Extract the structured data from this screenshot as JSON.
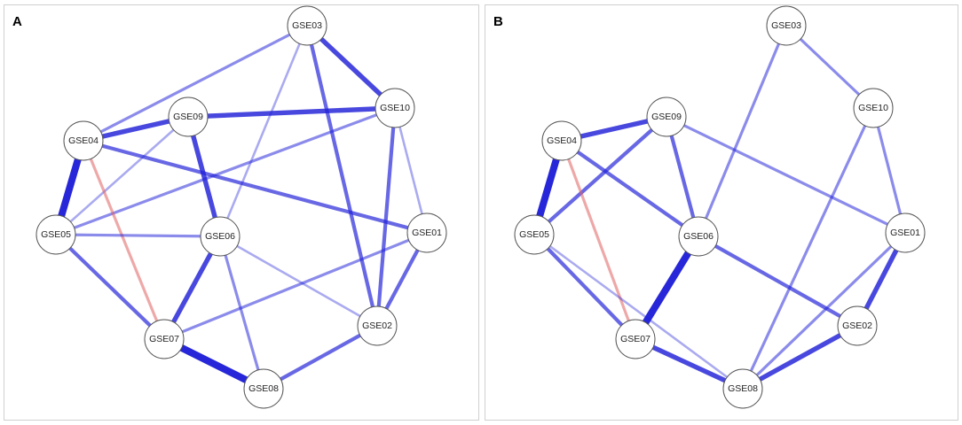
{
  "panels": [
    {
      "letter": "A",
      "nodes": [
        "GSE03",
        "GSE10",
        "GSE09",
        "GSE04",
        "GSE05",
        "GSE06",
        "GSE01",
        "GSE02",
        "GSE07",
        "GSE08"
      ],
      "edges": [
        {
          "source": "GSE03",
          "target": "GSE10",
          "weight": "strong",
          "sign": "positive"
        },
        {
          "source": "GSE03",
          "target": "GSE04",
          "weight": "weak",
          "sign": "positive"
        },
        {
          "source": "GSE03",
          "target": "GSE02",
          "weight": "medium",
          "sign": "positive"
        },
        {
          "source": "GSE03",
          "target": "GSE06",
          "weight": "faint",
          "sign": "positive"
        },
        {
          "source": "GSE10",
          "target": "GSE09",
          "weight": "strong",
          "sign": "positive"
        },
        {
          "source": "GSE10",
          "target": "GSE02",
          "weight": "medium",
          "sign": "positive"
        },
        {
          "source": "GSE10",
          "target": "GSE01",
          "weight": "faint",
          "sign": "positive"
        },
        {
          "source": "GSE10",
          "target": "GSE05",
          "weight": "weak",
          "sign": "positive"
        },
        {
          "source": "GSE09",
          "target": "GSE04",
          "weight": "strong",
          "sign": "positive"
        },
        {
          "source": "GSE09",
          "target": "GSE06",
          "weight": "strong",
          "sign": "positive"
        },
        {
          "source": "GSE09",
          "target": "GSE05",
          "weight": "faint",
          "sign": "positive"
        },
        {
          "source": "GSE04",
          "target": "GSE05",
          "weight": "strongest",
          "sign": "positive"
        },
        {
          "source": "GSE04",
          "target": "GSE01",
          "weight": "medium",
          "sign": "positive"
        },
        {
          "source": "GSE04",
          "target": "GSE07",
          "weight": "weak",
          "sign": "negative"
        },
        {
          "source": "GSE05",
          "target": "GSE06",
          "weight": "weak",
          "sign": "positive"
        },
        {
          "source": "GSE05",
          "target": "GSE07",
          "weight": "medium",
          "sign": "positive"
        },
        {
          "source": "GSE06",
          "target": "GSE07",
          "weight": "strong",
          "sign": "positive"
        },
        {
          "source": "GSE06",
          "target": "GSE08",
          "weight": "weak",
          "sign": "positive"
        },
        {
          "source": "GSE06",
          "target": "GSE02",
          "weight": "faint",
          "sign": "positive"
        },
        {
          "source": "GSE01",
          "target": "GSE02",
          "weight": "medium",
          "sign": "positive"
        },
        {
          "source": "GSE01",
          "target": "GSE07",
          "weight": "weak",
          "sign": "positive"
        },
        {
          "source": "GSE07",
          "target": "GSE08",
          "weight": "strongest",
          "sign": "positive"
        },
        {
          "source": "GSE08",
          "target": "GSE02",
          "weight": "medium",
          "sign": "positive"
        }
      ]
    },
    {
      "letter": "B",
      "nodes": [
        "GSE03",
        "GSE10",
        "GSE09",
        "GSE04",
        "GSE05",
        "GSE06",
        "GSE01",
        "GSE02",
        "GSE07",
        "GSE08"
      ],
      "edges": [
        {
          "source": "GSE03",
          "target": "GSE10",
          "weight": "weak",
          "sign": "positive"
        },
        {
          "source": "GSE03",
          "target": "GSE06",
          "weight": "weak",
          "sign": "positive"
        },
        {
          "source": "GSE10",
          "target": "GSE01",
          "weight": "weak",
          "sign": "positive"
        },
        {
          "source": "GSE10",
          "target": "GSE08",
          "weight": "weak",
          "sign": "positive"
        },
        {
          "source": "GSE09",
          "target": "GSE04",
          "weight": "strong",
          "sign": "positive"
        },
        {
          "source": "GSE09",
          "target": "GSE05",
          "weight": "medium",
          "sign": "positive"
        },
        {
          "source": "GSE09",
          "target": "GSE06",
          "weight": "medium",
          "sign": "positive"
        },
        {
          "source": "GSE09",
          "target": "GSE01",
          "weight": "weak",
          "sign": "positive"
        },
        {
          "source": "GSE04",
          "target": "GSE05",
          "weight": "strongest",
          "sign": "positive"
        },
        {
          "source": "GSE04",
          "target": "GSE06",
          "weight": "medium",
          "sign": "positive"
        },
        {
          "source": "GSE04",
          "target": "GSE07",
          "weight": "weak",
          "sign": "negative"
        },
        {
          "source": "GSE05",
          "target": "GSE07",
          "weight": "medium",
          "sign": "positive"
        },
        {
          "source": "GSE05",
          "target": "GSE08",
          "weight": "faint",
          "sign": "positive"
        },
        {
          "source": "GSE06",
          "target": "GSE07",
          "weight": "strongest",
          "sign": "positive"
        },
        {
          "source": "GSE06",
          "target": "GSE02",
          "weight": "medium",
          "sign": "positive"
        },
        {
          "source": "GSE01",
          "target": "GSE02",
          "weight": "strong",
          "sign": "positive"
        },
        {
          "source": "GSE01",
          "target": "GSE08",
          "weight": "weak",
          "sign": "positive"
        },
        {
          "source": "GSE07",
          "target": "GSE08",
          "weight": "strong",
          "sign": "positive"
        },
        {
          "source": "GSE08",
          "target": "GSE02",
          "weight": "strong",
          "sign": "positive"
        }
      ]
    }
  ],
  "colors": {
    "positive": "#2020d8",
    "negative": "#e06060",
    "node_fill": "#ffffff",
    "node_stroke": "#555555"
  }
}
